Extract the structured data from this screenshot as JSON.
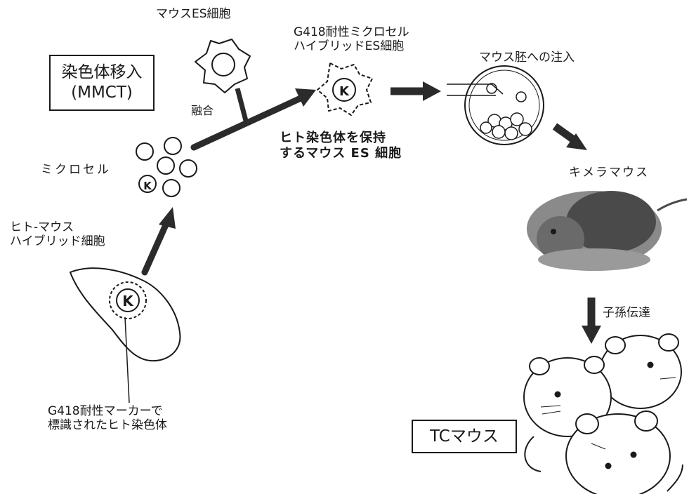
{
  "title_box": {
    "line1": "染色体移入",
    "line2": "(MMCT)"
  },
  "labels": {
    "mouse_es_cell": "マウスES細胞",
    "fusion": "融合",
    "microcell": "ミクロセル",
    "human_mouse_hybrid_line1": "ヒト-マウス",
    "human_mouse_hybrid_line2": "ハイブリッド細胞",
    "g418_marker_line1": "G418耐性マーカーで",
    "g418_marker_line2": "標識されたヒト染色体",
    "g418_hybrid_es_line1": "G418耐性ミクロセル",
    "g418_hybrid_es_line2": "ハイブリッドES細胞",
    "es_holding_line1": "ヒト染色体を保持",
    "es_holding_line2": "するマウス ES 細胞",
    "embryo_injection": "マウス胚への注入",
    "chimera_mouse": "キメラマウス",
    "germline_transmission": "子孫伝達"
  },
  "tc_box": {
    "label": "TCマウス"
  },
  "chromosome_glyph": "K",
  "colors": {
    "ink": "#1a1a1a",
    "chimera_fur": "#4a4a4a",
    "chimera_fur_light": "#8a8a8a",
    "paper": "#ffffff",
    "arrow": "#2b2b2b"
  }
}
